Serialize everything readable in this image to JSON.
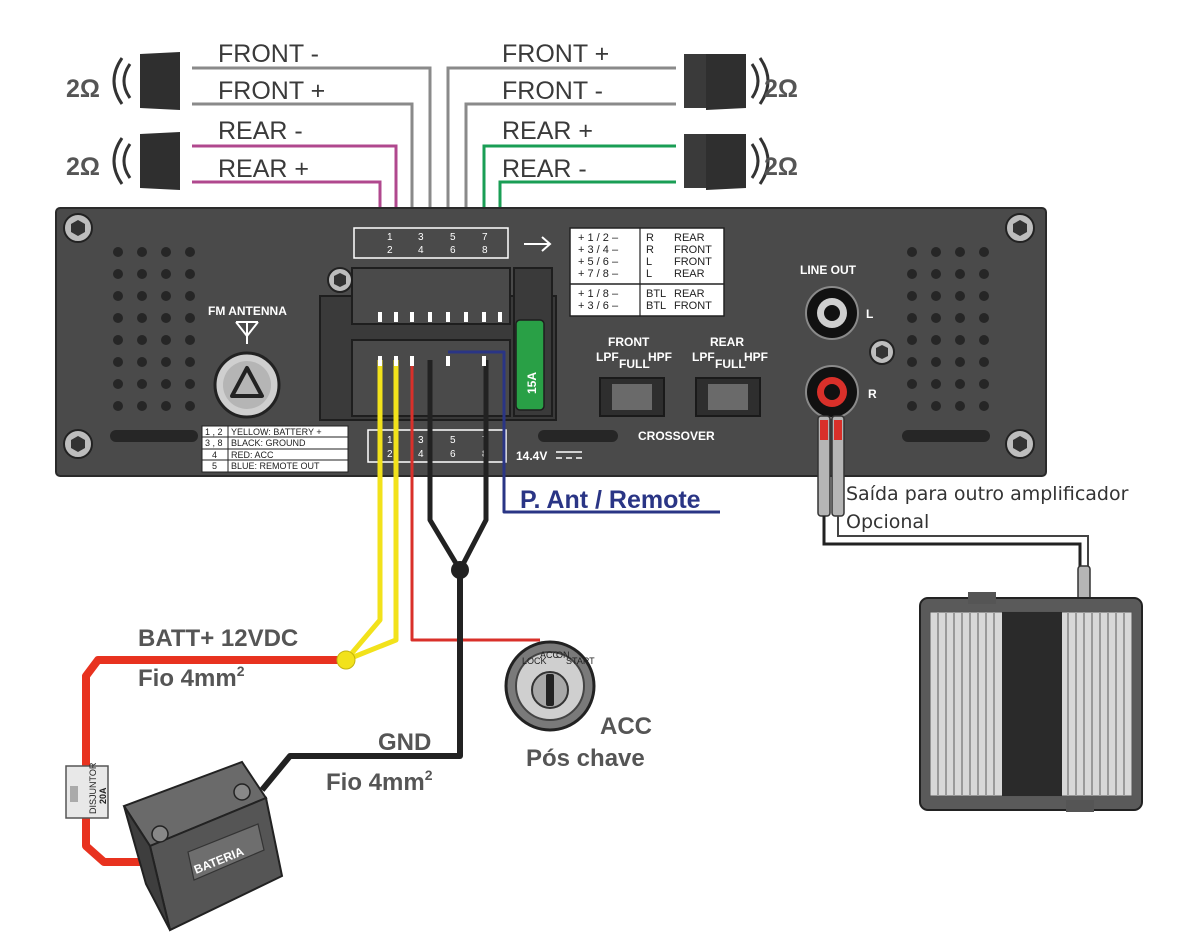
{
  "speakers": {
    "left_top_ohm": "2Ω",
    "left_bottom_ohm": "2Ω",
    "right_top_ohm": "2Ω",
    "right_bottom_ohm": "2Ω"
  },
  "wire_labels": {
    "left": [
      "FRONT -",
      "FRONT +",
      "REAR -",
      "REAR +"
    ],
    "right": [
      "FRONT +",
      "FRONT -",
      "REAR +",
      "REAR -"
    ]
  },
  "connector_pins": {
    "top": [
      "1",
      "3",
      "5",
      "7",
      "2",
      "4",
      "6",
      "8"
    ],
    "bottom": [
      "1",
      "3",
      "5",
      "7",
      "2",
      "4",
      "6",
      "8"
    ]
  },
  "speaker_table": {
    "rows": [
      [
        "+ 1 / 2 –",
        "R",
        "REAR"
      ],
      [
        "+ 3 / 4 –",
        "R",
        "FRONT"
      ],
      [
        "+ 5 / 6 –",
        "L",
        "FRONT"
      ],
      [
        "+ 7 / 8 –",
        "L",
        "REAR"
      ]
    ],
    "btl_rows": [
      [
        "+ 1 / 8 –",
        "BTL",
        "REAR"
      ],
      [
        "+ 3 / 6 –",
        "BTL",
        "FRONT"
      ]
    ]
  },
  "power_table": [
    [
      "1 , 2",
      "YELLOW: BATTERY +"
    ],
    [
      "3 , 8",
      "BLACK: GROUND"
    ],
    [
      "4",
      "RED: ACC"
    ],
    [
      "5",
      "BLUE: REMOTE OUT"
    ]
  ],
  "amp_panel": {
    "fm_antenna": "FM ANTENNA",
    "fuse": "15A",
    "voltage": "14.4V",
    "crossover": "CROSSOVER",
    "front": "FRONT",
    "rear": "REAR",
    "lpf": "LPF",
    "full": "FULL",
    "hpf": "HPF",
    "line_out": "LINE OUT",
    "l": "L",
    "r": "R"
  },
  "labels": {
    "remote": "P. Ant / Remote",
    "line_out_note_1": "Saída para outro amplificador",
    "line_out_note_2": "Opcional",
    "batt": "BATT+ 12VDC",
    "batt_wire": "Fio 4mm",
    "gnd": "GND",
    "gnd_wire": "Fio 4mm",
    "squared": "2",
    "acc": "ACC",
    "acc_sub": "Pós chave",
    "breaker": "DISJUNTOR",
    "breaker_rating": "20A",
    "battery": "BATERIA",
    "ignition": [
      "LOCK",
      "ACC",
      "ON",
      "START"
    ]
  },
  "colors": {
    "panel": "#4a4a4a",
    "front_wire": "#8a8a8a",
    "rear_left_wire": "#b0488e",
    "rear_right_wire": "#1a9e55",
    "battery_wire": "#f2e21b",
    "ground_wire": "#222222",
    "acc_wire": "#d9302a",
    "remote_wire": "#2a3585",
    "batt_cable": "#e8321f",
    "fuse": "#29a046"
  }
}
